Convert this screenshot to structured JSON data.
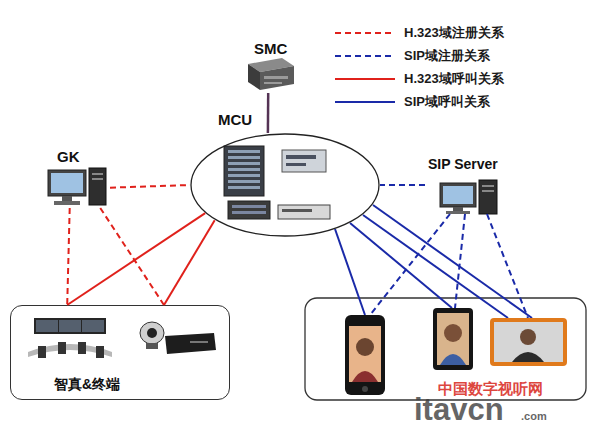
{
  "diagram": {
    "nodes": [
      {
        "text": [
          "SMC"
        ]
      },
      {
        "text": [
          "MCU"
        ]
      },
      {
        "text": [
          "GK"
        ]
      },
      {
        "text": [
          "SIP Server"
        ]
      },
      {
        "text": [
          "智真&终端"
        ]
      }
    ],
    "edges": [
      {
        "from": 0,
        "to": 1,
        "arrow": "none"
      },
      {
        "from": 2,
        "to": 1,
        "arrow": "none"
      },
      {
        "from": 3,
        "to": 1,
        "arrow": "none"
      },
      {
        "from": 2,
        "to": 4,
        "arrow": "none"
      },
      {
        "from": 2,
        "to": 4,
        "arrow": "none"
      },
      {
        "from": 1,
        "to": 4,
        "arrow": "none"
      },
      {
        "from": 1,
        "to": 4,
        "arrow": "none"
      }
    ],
    "labels": [
      "中国数字视听网",
      "itavcn",
      ".com"
    ],
    "legend": [
      {
        "text": "H.323域注册关系"
      },
      {
        "text": "SIP域注册关系"
      },
      {
        "text": "H.323域呼叫关系"
      },
      {
        "text": "SIP域呼叫关系"
      }
    ]
  }
}
